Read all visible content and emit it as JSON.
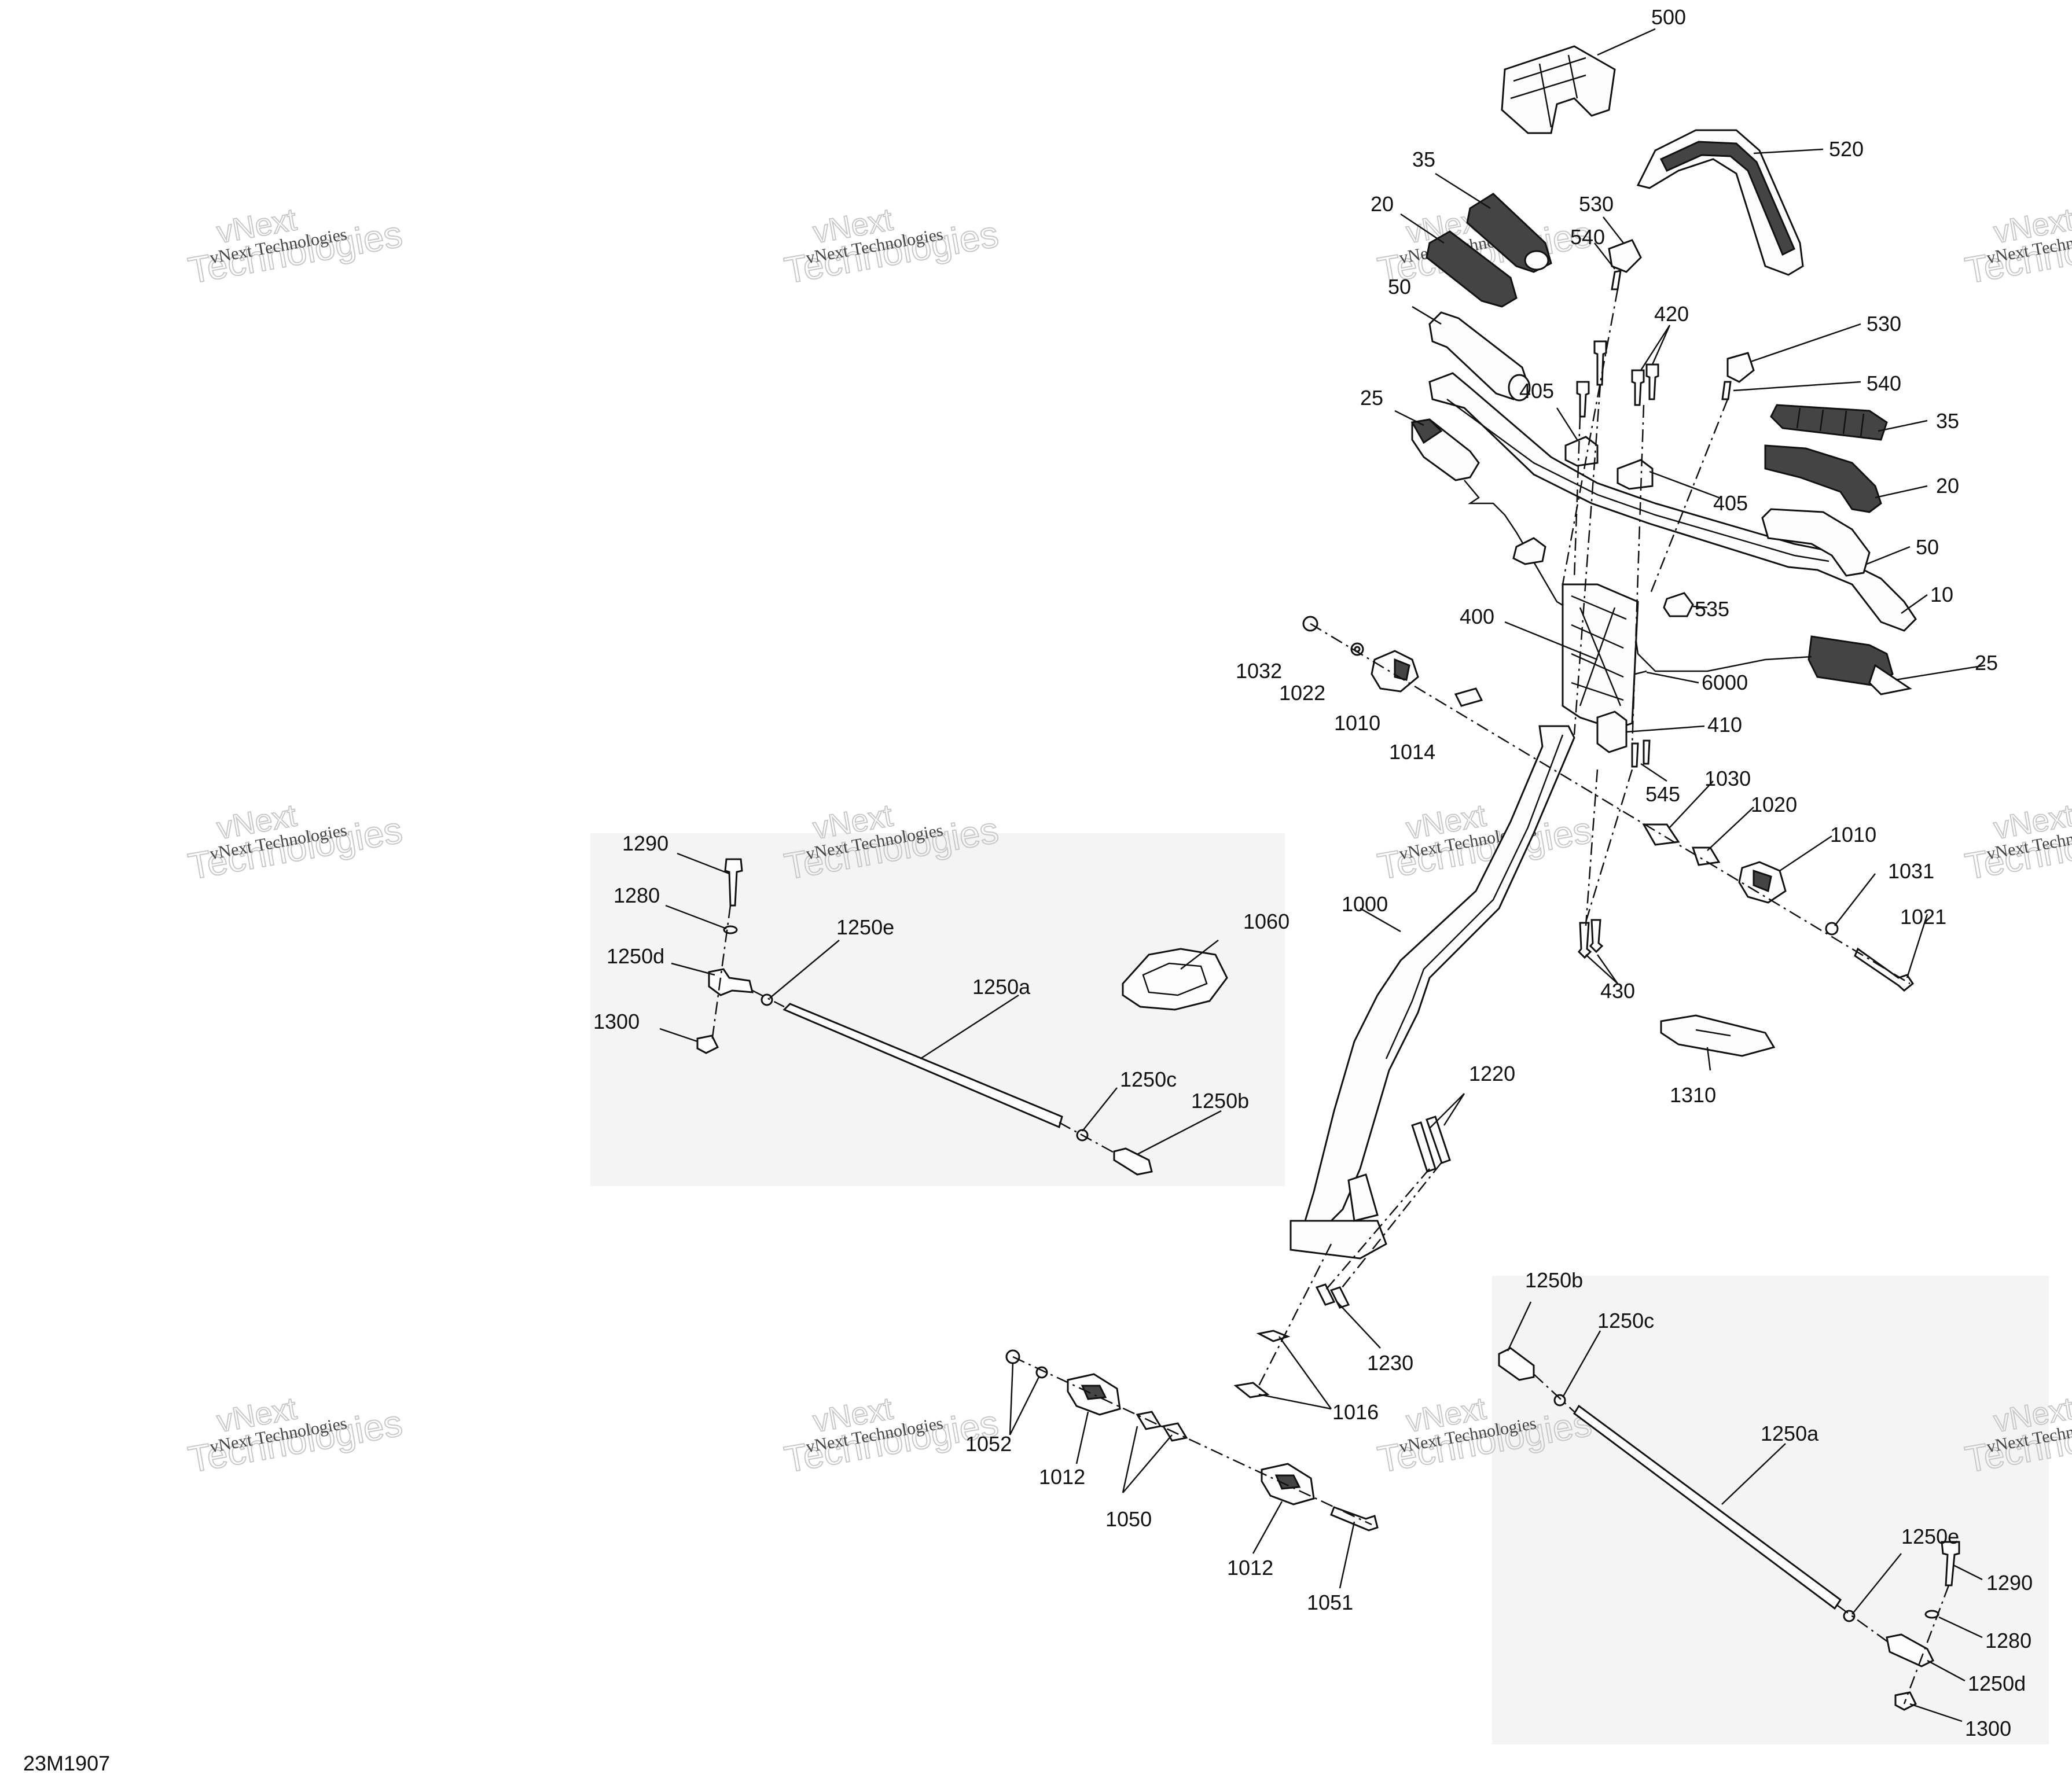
{
  "drawing_code": "23M1907",
  "watermark": {
    "line1": "vNext",
    "line2": "vNext Technologies",
    "line3": "Technologies"
  },
  "callouts": {
    "c500": "500",
    "c520": "520",
    "c35a": "35",
    "c20a": "20",
    "c530a": "530",
    "c540a": "540",
    "c50a": "50",
    "c420": "420",
    "c530b": "530",
    "c540b": "540",
    "c25a": "25",
    "c405a": "405",
    "c35b": "35",
    "c20b": "20",
    "c405b": "405",
    "c50b": "50",
    "c10": "10",
    "c535": "535",
    "c400": "400",
    "c1032": "1032",
    "c1022": "1022",
    "c25b": "25",
    "c6000": "6000",
    "c1010a": "1010",
    "c1014": "1014",
    "c410": "410",
    "c545": "545",
    "c1030": "1030",
    "c1020": "1020",
    "c1010b": "1010",
    "c1031": "1031",
    "c1021": "1021",
    "c1290a": "1290",
    "c1280a": "1280",
    "c1250ea": "1250e",
    "c1250da": "1250d",
    "c1060": "1060",
    "c1000": "1000",
    "c1300a": "1300",
    "c1250aa": "1250a",
    "c430": "430",
    "c1310": "1310",
    "c1250ca": "1250c",
    "c1220": "1220",
    "c1250ba": "1250b",
    "c1250bb": "1250b",
    "c1250cb": "1250c",
    "c1230": "1230",
    "c1016": "1016",
    "c1052": "1052",
    "c1012a": "1012",
    "c1250ab": "1250a",
    "c1050": "1050",
    "c1250eb": "1250e",
    "c1290b": "1290",
    "c1012b": "1012",
    "c1280b": "1280",
    "c1051": "1051",
    "c1250db": "1250d",
    "c1300b": "1300"
  }
}
